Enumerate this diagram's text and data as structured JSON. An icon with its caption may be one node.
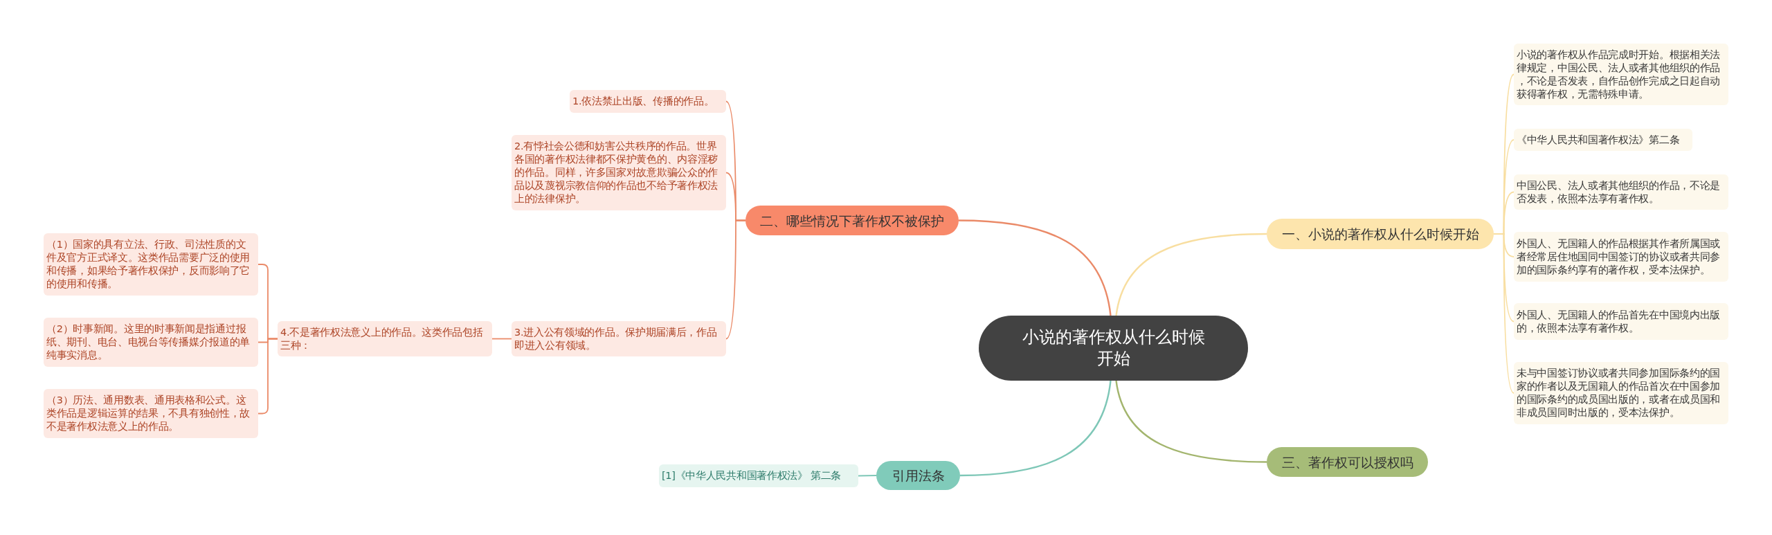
{
  "diagram": {
    "nodes": [
      {
        "text": [
          "小说的著作权从什么时候开始"
        ]
      },
      {
        "text": [
          "二、哪些情况下著作权不被保护"
        ]
      },
      {
        "text": [
          "1.依法禁止出版、传播的作品。"
        ]
      },
      {
        "text": [
          "2.有悖社会公德和妨害公共秩序的作品。世界各国的著作权法律都不保护黄色的、内容淫秽的作品。同样，许多国家对故意欺骗公众的作品以及蔑视宗教信仰的作品也不给予著作权法上的法律保护。"
        ]
      },
      {
        "text": [
          "3.进入公有领域的作品。保护期届满后，作品即进入公有领域。"
        ]
      },
      {
        "text": [
          "4.不是著作权法意义上的作品。这类作品包括三种："
        ]
      },
      {
        "text": [
          "（1）国家的具有立法、行政、司法性质的文件及官方正式译文。这类作品需要广泛的使用和传播，如果给予著作权保护，反而影响了它的使用和传播。"
        ]
      },
      {
        "text": [
          "（2）时事新闻。这里的时事新闻是指通过报纸、期刊、电台、电视台等传播媒介报道的单纯事实消息。"
        ]
      },
      {
        "text": [
          "（3）历法、通用数表、通用表格和公式。这类作品是逻辑运算的结果，不具有独创性，故不是著作权法意义上的作品。"
        ]
      },
      {
        "text": [
          "一、小说的著作权从什么时候开始"
        ]
      },
      {
        "text": [
          "小说的著作权从作品完成时开始。根据相关法律规定，中国公民、法人或者其他组织的作品，不论是否发表，自作品创作完成之日起自动获得著作权，无需特殊申请。"
        ]
      },
      {
        "text": [
          "《中华人民共和国著作权法》第二条"
        ]
      },
      {
        "text": [
          "中国公民、法人或者其他组织的作品，不论是否发表，依照本法享有著作权。"
        ]
      },
      {
        "text": [
          "外国人、无国籍人的作品根据其作者所属国或者经常居住地国同中国签订的协议或者共同参加的国际条约享有的著作权，受本法保护。"
        ]
      },
      {
        "text": [
          "外国人、无国籍人的作品首先在中国境内出版的，依照本法享有著作权。"
        ]
      },
      {
        "text": [
          "未与中国签订协议或者共同参加国际条约的国家的作者以及无国籍人的作品首次在中国参加的国际条约的成员国出版的，或者在成员国和非成员国同时出版的，受本法保护。"
        ]
      },
      {
        "text": [
          "三、著作权可以授权吗"
        ]
      },
      {
        "text": [
          "引用法条"
        ]
      },
      {
        "text": [
          "[1]《中华人民共和国著作权法》 第二条"
        ]
      }
    ],
    "edges": [
      {
        "from": 0,
        "to": 1,
        "arrow": "none"
      },
      {
        "from": 1,
        "to": 2,
        "arrow": "none"
      },
      {
        "from": 1,
        "to": 3,
        "arrow": "none"
      },
      {
        "from": 1,
        "to": 4,
        "arrow": "none"
      },
      {
        "from": 4,
        "to": 5,
        "arrow": "none"
      },
      {
        "from": 5,
        "to": 6,
        "arrow": "none"
      },
      {
        "from": 5,
        "to": 7,
        "arrow": "none"
      },
      {
        "from": 5,
        "to": 8,
        "arrow": "none"
      },
      {
        "from": 0,
        "to": 9,
        "arrow": "none",
        "color": "#f8dea0"
      },
      {
        "from": 9,
        "to": 10,
        "arrow": "none",
        "color": "#f8dea0"
      },
      {
        "from": 9,
        "to": 11,
        "arrow": "none",
        "color": "#f8dea0"
      },
      {
        "from": 9,
        "to": 12,
        "arrow": "none",
        "color": "#f8dea0"
      },
      {
        "from": 9,
        "to": 13,
        "arrow": "none",
        "color": "#f8dea0"
      },
      {
        "from": 9,
        "to": 14,
        "arrow": "none",
        "color": "#f8dea0"
      },
      {
        "from": 9,
        "to": 15,
        "arrow": "none",
        "color": "#f8dea0"
      },
      {
        "from": 0,
        "to": 16,
        "arrow": "none",
        "color": "#a3b56e"
      },
      {
        "from": 0,
        "to": 17,
        "arrow": "none",
        "color": "#7ec7b7"
      },
      {
        "from": 17,
        "to": 18,
        "arrow": "none",
        "color": "#7ec7b7"
      }
    ]
  }
}
